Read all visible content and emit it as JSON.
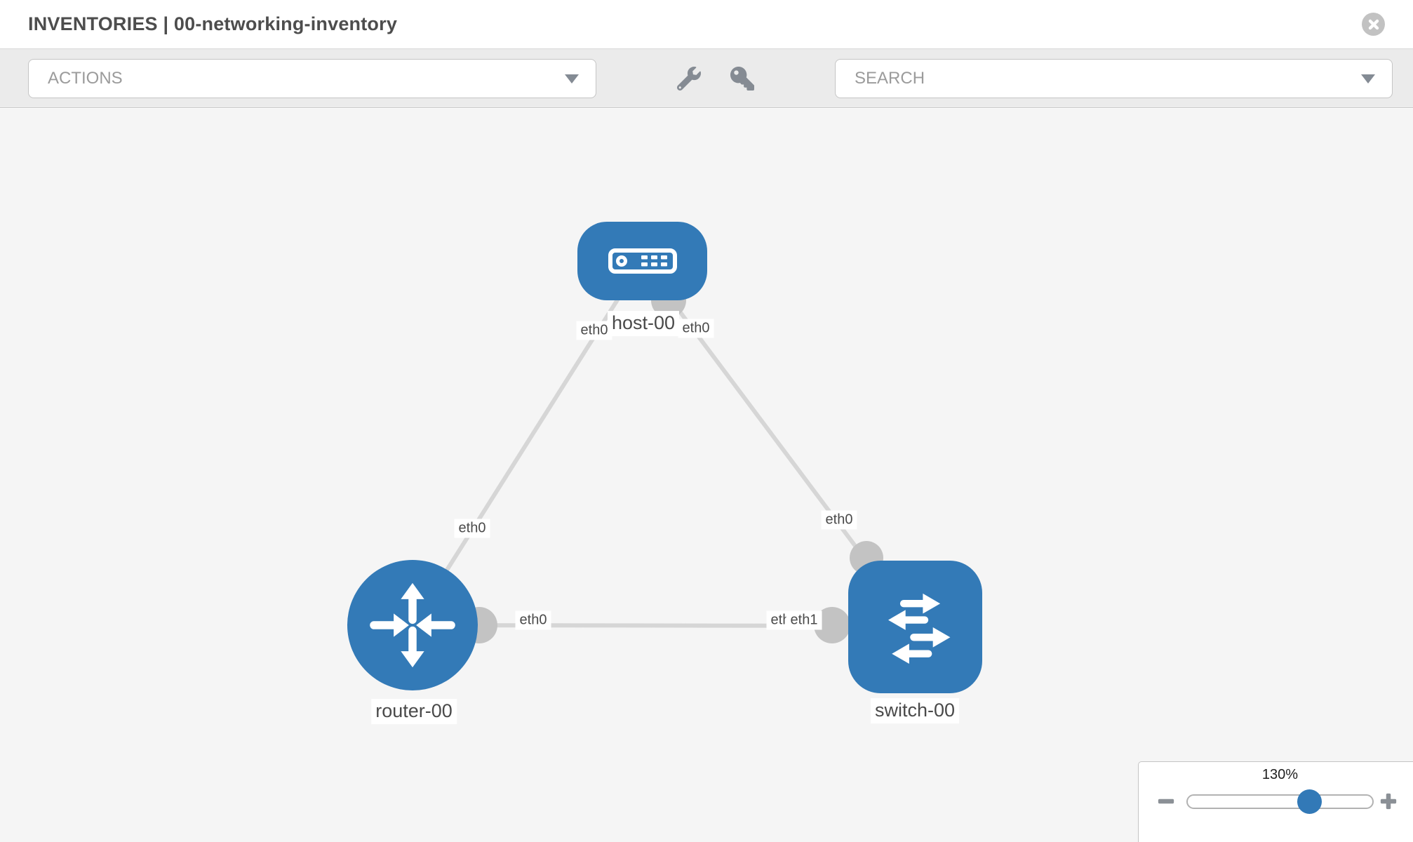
{
  "header": {
    "title": "INVENTORIES | 00-networking-inventory"
  },
  "toolbar": {
    "actions_label": "ACTIONS",
    "search_label": "SEARCH",
    "icons": [
      "wrench-icon",
      "key-icon"
    ]
  },
  "topology": {
    "nodes": [
      {
        "label": "host-00",
        "type": "host"
      },
      {
        "label": "router-00",
        "type": "router"
      },
      {
        "label": "switch-00",
        "type": "switch"
      }
    ],
    "links": [
      {
        "from": "host-00",
        "to": "router-00"
      },
      {
        "from": "host-00",
        "to": "switch-00"
      },
      {
        "from": "router-00",
        "to": "switch-00"
      }
    ],
    "interface_labels": [
      {
        "text": "eth0"
      },
      {
        "text": "eth0"
      },
      {
        "text": "eth0"
      },
      {
        "text": "eth0"
      },
      {
        "text": "eth0"
      },
      {
        "text": "eth0"
      },
      {
        "text": "eth1"
      }
    ]
  },
  "zoom": {
    "level": "130%"
  },
  "colors": {
    "node_blue": "#337ab7",
    "link_gray": "#d6d6d6",
    "connector_gray": "#c3c3c3",
    "slider_thumb_blue": "#3279b7",
    "canvas_bg": "#f5f5f5",
    "toolbar_bg": "#ebebeb"
  }
}
